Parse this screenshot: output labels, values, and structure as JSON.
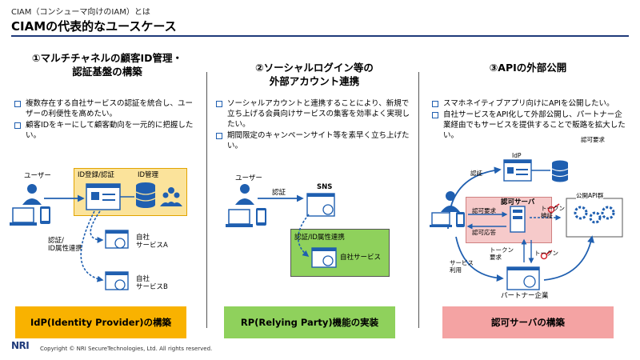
{
  "header": {
    "subtitle": "CIAM（コンシューマ向けのIAM）とは",
    "title": "CIAMの代表的なユースケース"
  },
  "columns": [
    {
      "heading_line1": "①マルチチャネルの顧客ID管理・",
      "heading_line2": "認証基盤の構築",
      "bullets": [
        "複数存在する自社サービスの認証を統合し、ユーザーの利便性を高めたい。",
        "顧客IDをキーにして顧客動向を一元的に把握したい。"
      ],
      "diagram": {
        "user": "ユーザー",
        "id_reg": "ID登録/認証",
        "id_mgmt": "ID管理",
        "auth_attr_1": "認証/",
        "auth_attr_2": "ID属性連携",
        "svc_a_1": "自社",
        "svc_a_2": "サービスA",
        "svc_b_1": "自社",
        "svc_b_2": "サービスB"
      },
      "footer": "IdP(Identity Provider)の構築",
      "footer_color": "#f9b200"
    },
    {
      "heading_line1": "②ソーシャルログイン等の",
      "heading_line2": "外部アカウント連携",
      "bullets": [
        "ソーシャルアカウントと連携することにより、新規で立ち上げる会員向けサービスの集客を効率よく実現したい。",
        "期間限定のキャンペーンサイト等を素早く立ち上げたい。"
      ],
      "diagram": {
        "user": "ユーザー",
        "auth": "認証",
        "sns": "SNS",
        "link": "認証/ID属性連携",
        "own_svc": "自社サービス"
      },
      "footer": "RP(Relying Party)機能の実装",
      "footer_color": "#8fd15c"
    },
    {
      "heading_line1": "③APIの外部公開",
      "heading_line2": "",
      "bullets": [
        "スマホネイティブアプリ向けにAPIを公開したい。",
        "自社サービスをAPI化して外部公開し、パートナー企業経由でもサービスを提供することで販路を拡大したい。"
      ],
      "diagram": {
        "auth_request_top": "認可要求",
        "idp": "IdP",
        "auth": "認証",
        "auth_server": "認可サーバ",
        "auth_request": "認可要求",
        "auth_response": "認可応答",
        "token_verify_1": "トークン",
        "token_verify_2": "検証",
        "public_api": "公開API群",
        "token_req_1": "トークン",
        "token_req_2": "要求",
        "token": "トークン",
        "service_use_1": "サービス",
        "service_use_2": "利用",
        "partner": "パートナー企業"
      },
      "footer": "認可サーバの構築",
      "footer_color": "#f4a3a3"
    }
  ],
  "footer": {
    "logo": "NRI",
    "copyright": "Copyright © NRI SecureTechnologies, Ltd. All rights reserved."
  },
  "colors": {
    "accent": "#1f3a7a",
    "icon_blue": "#1f5fb0",
    "arrow_blue": "#1f5fb0",
    "key_red": "#d0202a"
  }
}
